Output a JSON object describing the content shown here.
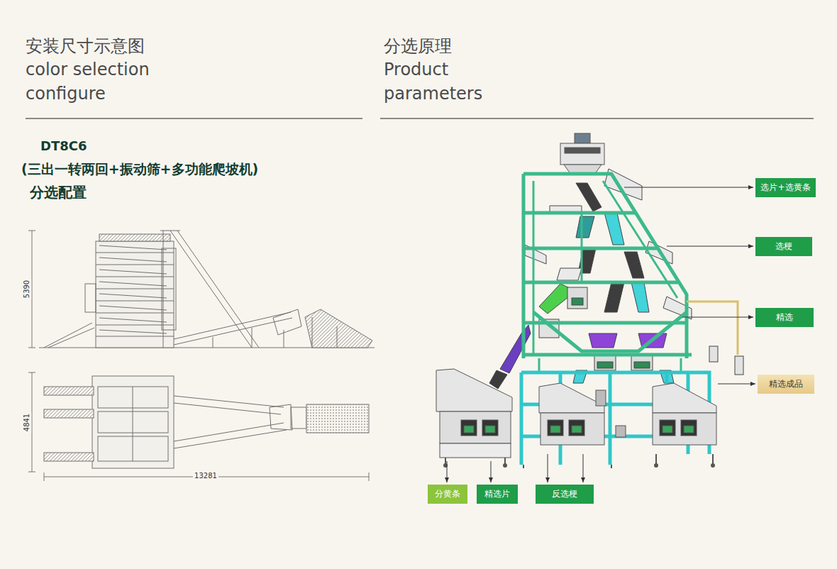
{
  "diagram": {
    "nodes": [
      {
        "text": [
          "选片+选黄条"
        ]
      },
      {
        "text": [
          "选梗"
        ]
      },
      {
        "text": [
          "精选"
        ]
      },
      {
        "text": [
          "精选成品"
        ]
      },
      {
        "text": [
          "分黄条"
        ]
      },
      {
        "text": [
          "精选片"
        ]
      },
      {
        "text": [
          "反选梗"
        ]
      }
    ],
    "labels": [
      "安装尺寸示意图",
      "color selection configure",
      "分选原理",
      "Product parameters",
      "DT8C6",
      "(三出一转两回+振动筛+多功能爬坡机)",
      "分选配置",
      "5390",
      "4841",
      "13281"
    ]
  }
}
